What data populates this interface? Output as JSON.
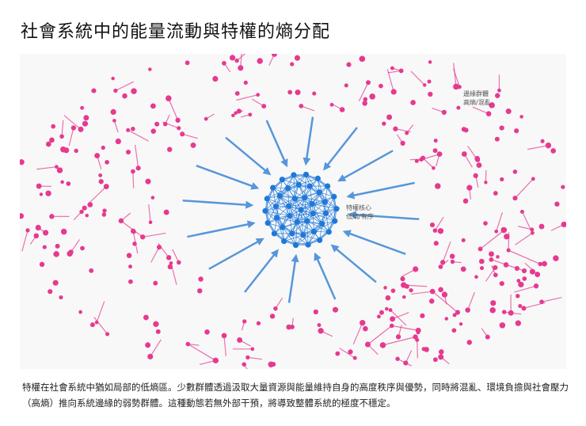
{
  "title": "社會系統中的能量流動與特權的熵分配",
  "labels": {
    "periphery_line1": "邊緣群體",
    "periphery_line2": "高熵/混亂",
    "core_line1": "特權核心",
    "core_line2": "低熵/有序"
  },
  "caption": "特權在社會系統中猶如局部的低熵區。少數群體透過汲取大量資源與能量維持自身的高度秩序與優勢，同時將混亂、環境負擔與社會壓力（高熵）推向系統邊緣的弱勢群體。這種動態若無外部干預，將導致整體系統的極度不穩定。",
  "colors": {
    "periphery": "#e6398f",
    "core": "#1f78d8",
    "arrow": "#3a86d6",
    "background": "#f8f8f8"
  }
}
